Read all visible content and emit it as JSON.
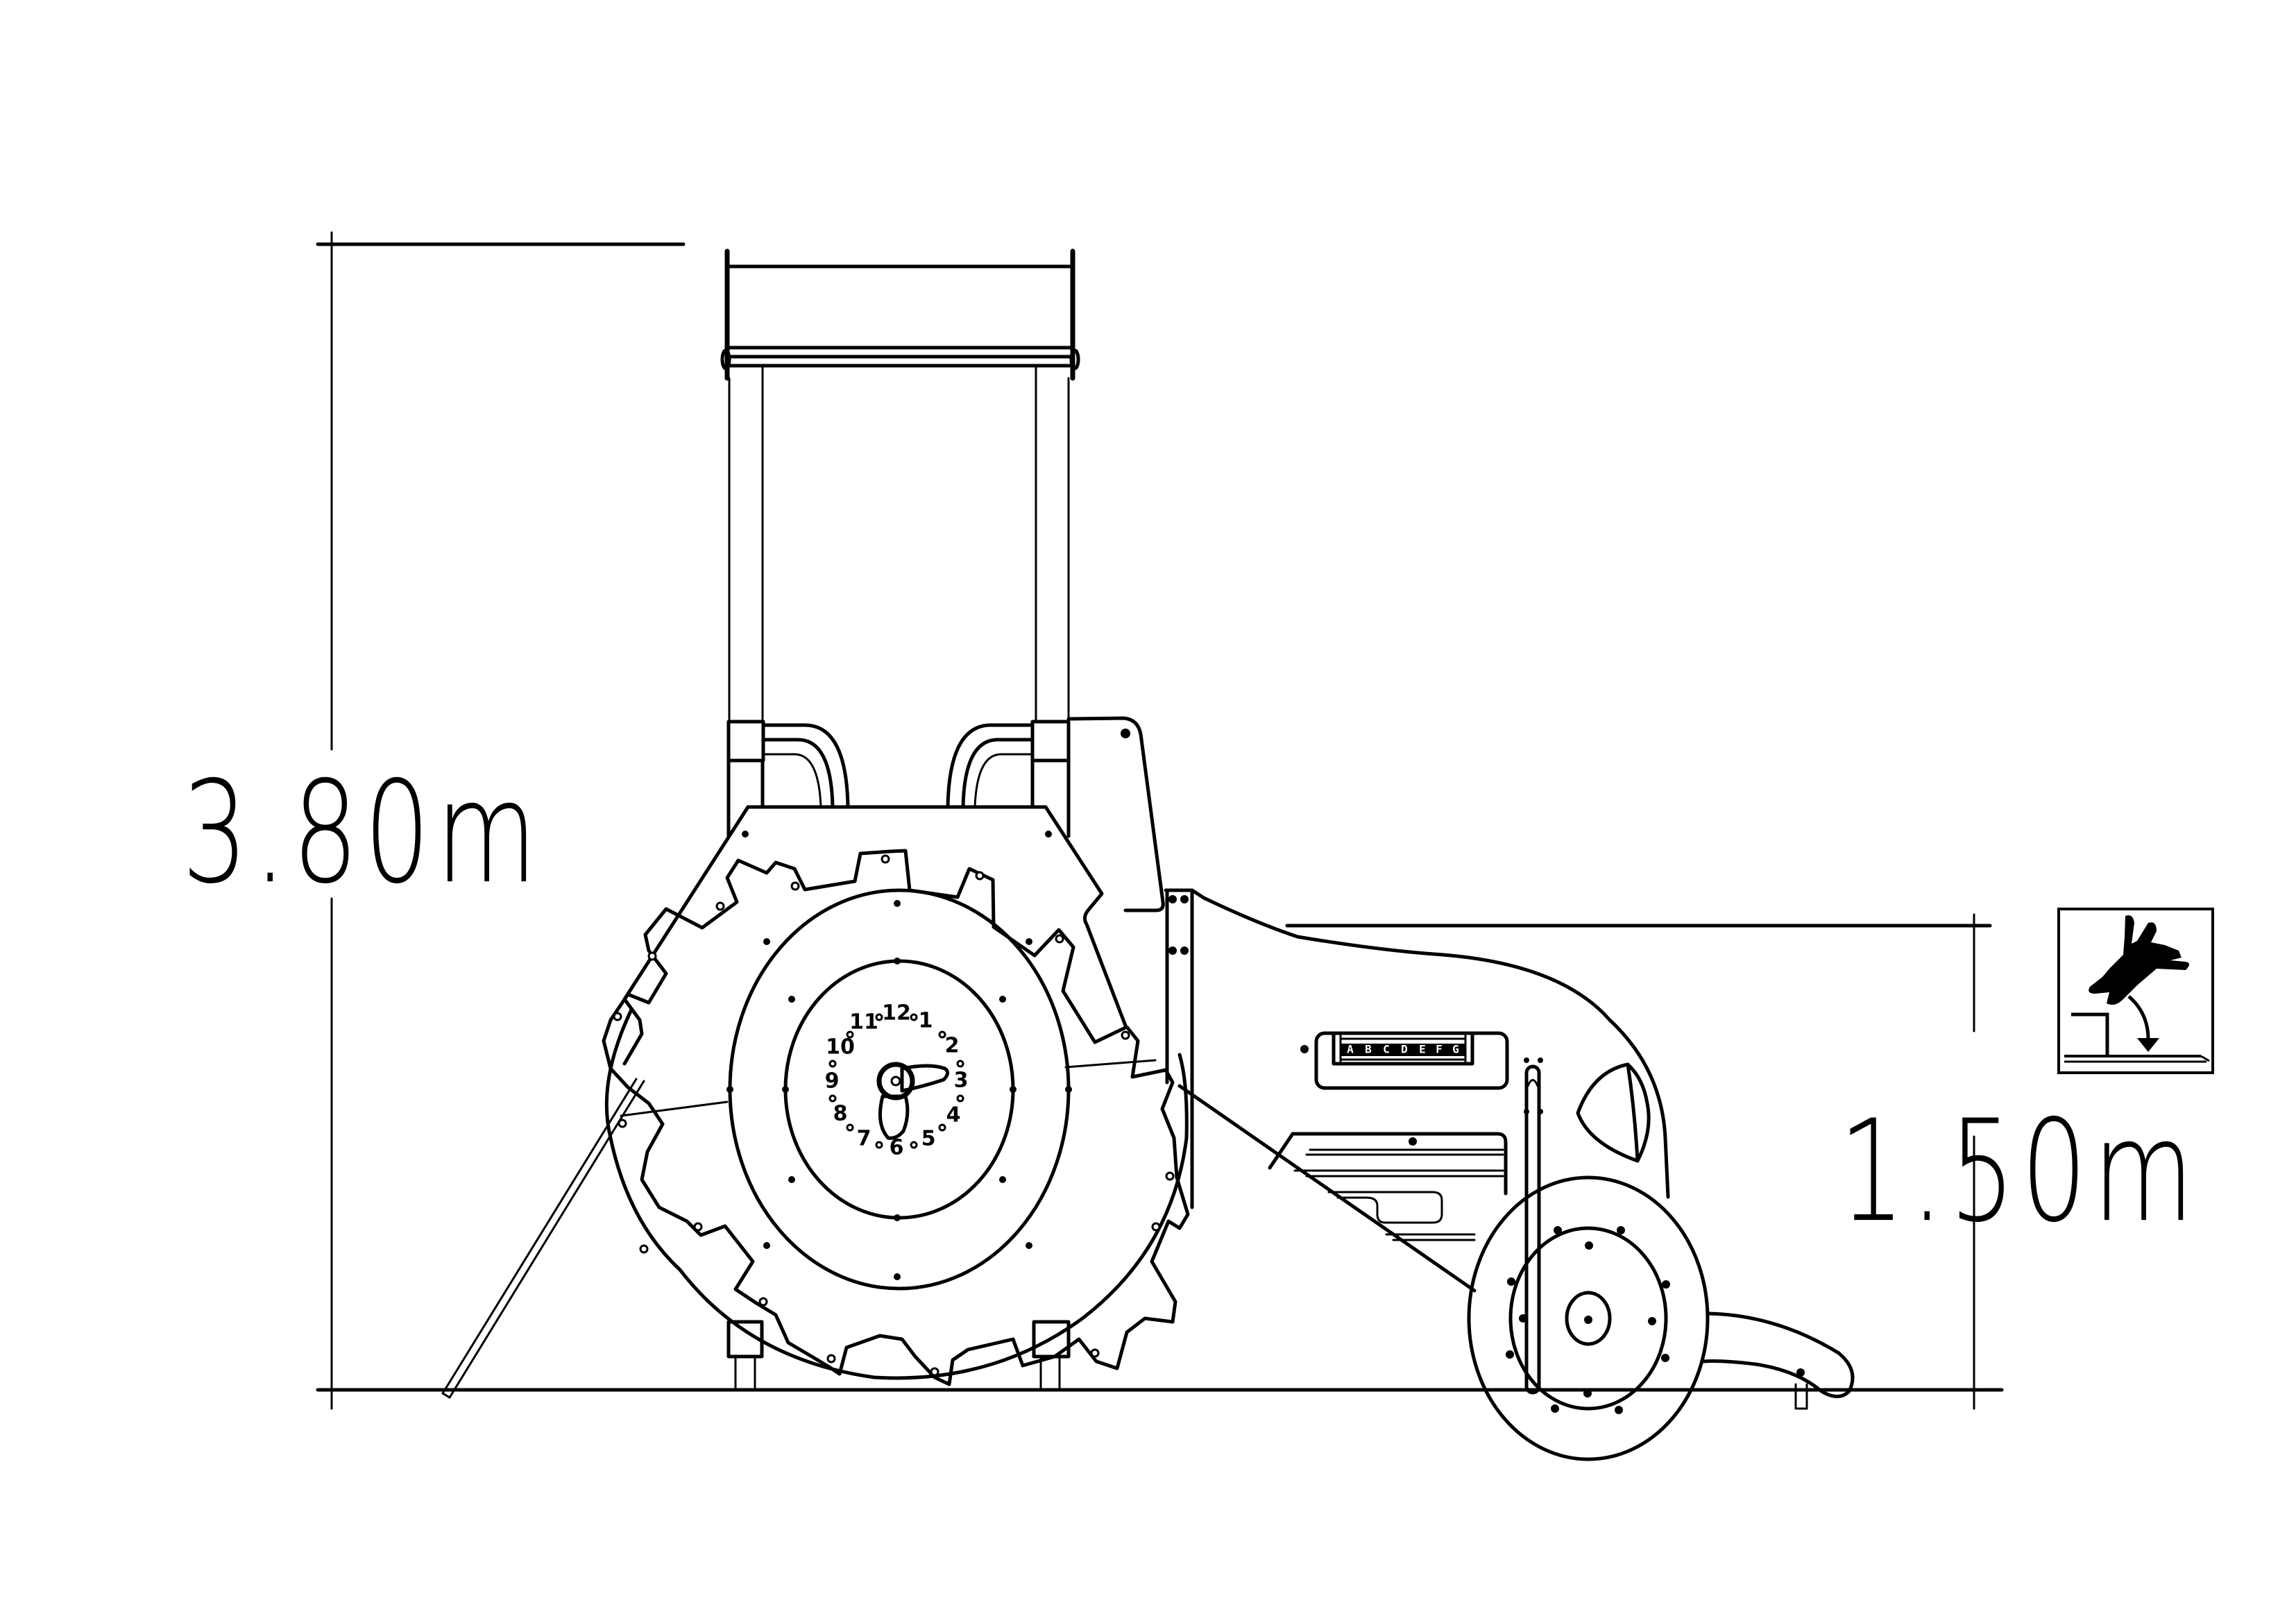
{
  "drawing": {
    "type": "playground-equipment-side-elevation",
    "subject": "tractor play structure",
    "stroke_color": "#000000",
    "background_color": "#ffffff"
  },
  "dimensions": {
    "total_height": {
      "label": "3.80m",
      "value_m": 3.8
    },
    "free_fall_height": {
      "label": "1.50m",
      "value_m": 1.5
    }
  },
  "clock": {
    "numbers": [
      "12",
      "1",
      "2",
      "3",
      "4",
      "5",
      "6",
      "7",
      "8",
      "9",
      "10",
      "11"
    ],
    "hour_hand_points_to": "3",
    "minute_hand_points_to": "6"
  },
  "letter_plate": {
    "letters": [
      "A",
      "B",
      "C",
      "D",
      "E",
      "F",
      "G"
    ]
  },
  "safety_icon": {
    "name": "free-fall-height-pictogram",
    "description": "child falling from platform with downward arrow"
  }
}
